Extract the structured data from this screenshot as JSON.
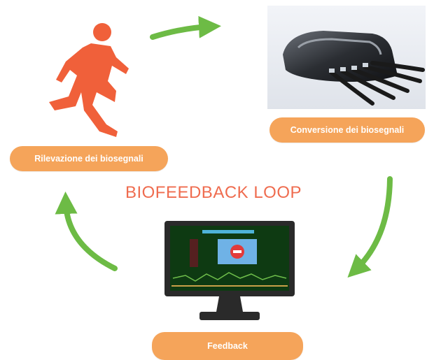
{
  "title": "BIOFEEDBACK LOOP",
  "stages": {
    "rilevazione": "Rilevazione dei biosegnali",
    "conversione": "Conversione dei biosegnali",
    "feedback": "Feedback"
  },
  "colors": {
    "runner": "#f0603a",
    "pill": "#f5a45a",
    "arrow": "#6dbb45",
    "title": "#ef6c4f",
    "screen_bg": "#0e3a12",
    "monitor": "#2a2a2a"
  },
  "icons": [
    "runner-icon",
    "biosignal-device-image",
    "monitor-icon",
    "cycle-arrow"
  ]
}
